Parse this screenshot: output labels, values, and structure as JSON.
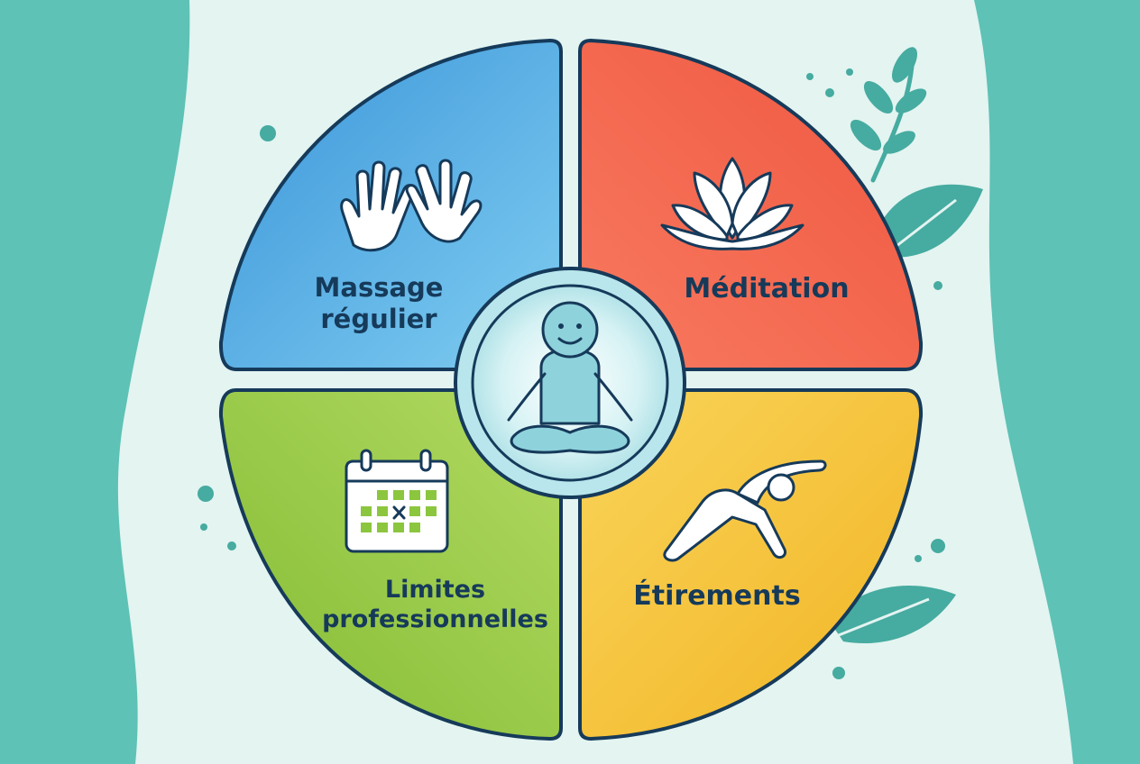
{
  "diagram": {
    "center": {
      "icon": "meditating-person-icon"
    },
    "segments": [
      {
        "id": "massage",
        "lines": [
          "Massage",
          "régulier"
        ],
        "icon": "hands-icon",
        "color": "#5fb4e5"
      },
      {
        "id": "meditation",
        "lines": [
          "Méditation"
        ],
        "icon": "lotus-icon",
        "color": "#f26448"
      },
      {
        "id": "limites",
        "lines": [
          "Limites",
          "professionnelles"
        ],
        "icon": "calendar-icon",
        "color": "#9fce48"
      },
      {
        "id": "etirements",
        "lines": [
          "Étirements"
        ],
        "icon": "stretching-person-icon",
        "color": "#f7c943"
      }
    ]
  },
  "colors": {
    "background": "#5ec2b6",
    "panel": "#e3f4f1",
    "outline": "#163a5a",
    "leaf": "#46aba0"
  }
}
